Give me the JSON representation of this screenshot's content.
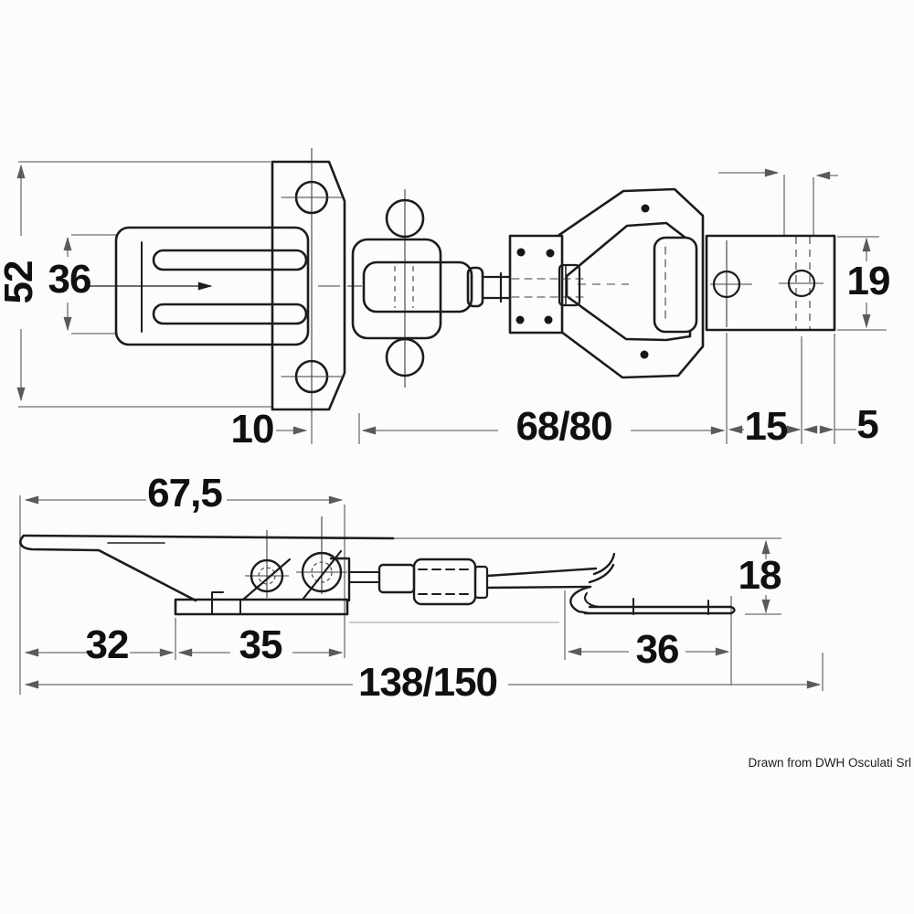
{
  "drawing": {
    "credit": "Drawn from DWH Osculati Srl",
    "colors": {
      "outline": "#1c1c1c",
      "dimension_lines": "#707070",
      "background": "#fcfcfc",
      "text": "#101010"
    }
  },
  "top_view": {
    "dim_overall_height": "52",
    "dim_inner_height": "36",
    "dim_plate_offset": "10",
    "dim_adjustable_length": "68/80",
    "dim_hole_spacing": "15",
    "dim_edge_margin": "5",
    "dim_counterplate_width": "19"
  },
  "side_view": {
    "dim_lever_length": "67,5",
    "dim_front_length": "32",
    "dim_base_length": "35",
    "dim_hook_length": "36",
    "dim_overall_length": "138/150",
    "dim_hook_height": "18"
  }
}
